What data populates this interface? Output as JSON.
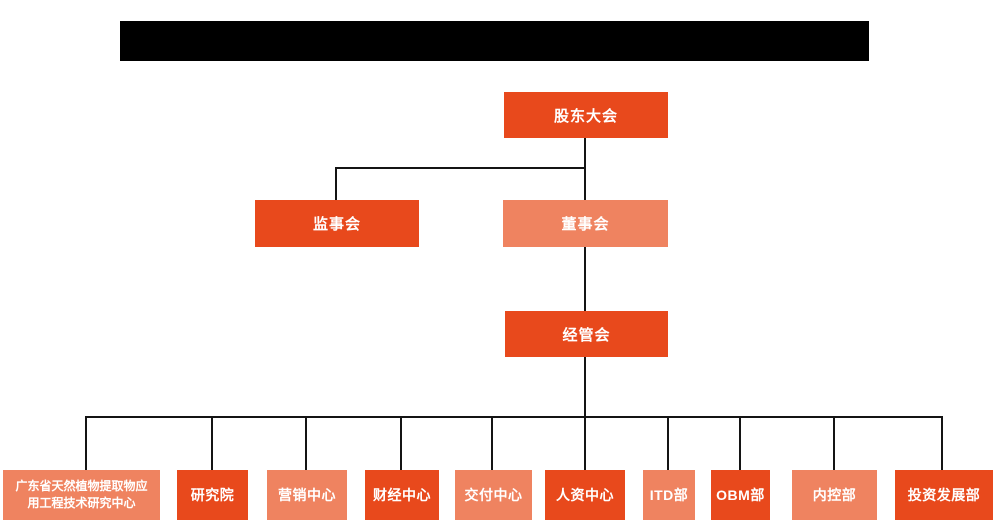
{
  "colors": {
    "primary_box": "#E8491C",
    "secondary_box": "#EF8360",
    "connector_line": "#141414",
    "title_bar": "#000000",
    "box_text": "#FFFFFF",
    "page_background": "#FFFFFF"
  },
  "title_bar": {
    "style": "solid-black-redacted-banner"
  },
  "org_chart": {
    "type": "org-tree",
    "levels": {
      "level1": [
        {
          "label": "股东大会",
          "variant": "primary"
        }
      ],
      "level2": [
        {
          "label": "监事会",
          "variant": "primary"
        },
        {
          "label": "董事会",
          "variant": "secondary"
        }
      ],
      "level3": [
        {
          "label": "经管会",
          "variant": "primary"
        }
      ],
      "level4": [
        {
          "label": "广东省天然植物提取物应用工程技术研究中心",
          "variant": "secondary"
        },
        {
          "label": "研究院",
          "variant": "primary"
        },
        {
          "label": "营销中心",
          "variant": "secondary"
        },
        {
          "label": "财经中心",
          "variant": "primary"
        },
        {
          "label": "交付中心",
          "variant": "secondary"
        },
        {
          "label": "人资中心",
          "variant": "primary"
        },
        {
          "label": "ITD部",
          "variant": "secondary"
        },
        {
          "label": "OBM部",
          "variant": "primary"
        },
        {
          "label": "内控部",
          "variant": "secondary"
        },
        {
          "label": "投资发展部",
          "variant": "primary"
        }
      ]
    },
    "edges": [
      {
        "from": "股东大会",
        "to": [
          "监事会",
          "董事会"
        ]
      },
      {
        "from": "董事会",
        "to": [
          "经管会"
        ]
      },
      {
        "from": "经管会",
        "to": [
          "广东省天然植物提取物应用工程技术研究中心",
          "研究院",
          "营销中心",
          "财经中心",
          "交付中心",
          "人资中心",
          "ITD部",
          "OBM部",
          "内控部",
          "投资发展部"
        ]
      }
    ]
  }
}
